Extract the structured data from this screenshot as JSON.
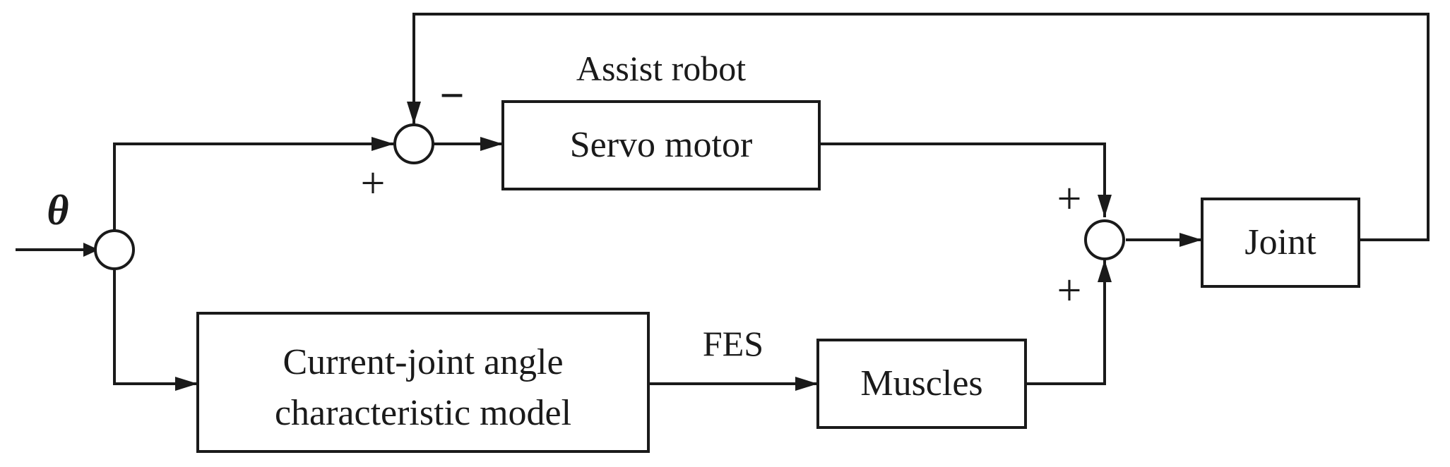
{
  "diagram": {
    "input_label": "θ",
    "blocks": {
      "servo_motor": "Servo motor",
      "joint": "Joint",
      "current_model_line1": "Current-joint angle",
      "current_model_line2": "characteristic model",
      "muscles": "Muscles"
    },
    "labels": {
      "assist_robot": "Assist robot",
      "fes": "FES"
    },
    "signs": {
      "top_sum_feedback": "−",
      "top_sum_input": "+",
      "right_sum_top": "+",
      "right_sum_bottom": "+"
    }
  }
}
